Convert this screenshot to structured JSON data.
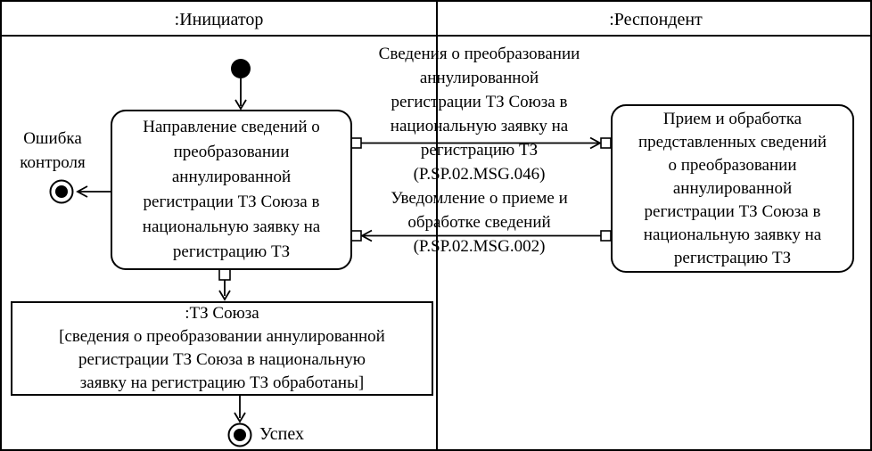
{
  "diagram": {
    "lanes": [
      {
        "id": "initiator",
        "label": ":Инициатор"
      },
      {
        "id": "respondent",
        "label": ":Респондент"
      }
    ],
    "initiator": {
      "activity": {
        "lines": [
          "Направление сведений о",
          "преобразовании",
          "аннулированной",
          "регистрации ТЗ Союза в",
          "национальную заявку на",
          "регистрацию ТЗ"
        ]
      },
      "error_label": {
        "lines": [
          "Ошибка",
          "контроля"
        ]
      },
      "object_node": {
        "lines": [
          ":ТЗ Союза",
          "[сведения о преобразовании аннулированной",
          "регистрации ТЗ Союза в национальную",
          "заявку на регистрацию ТЗ обработаны]"
        ]
      },
      "success_label": "Успех"
    },
    "respondent": {
      "activity": {
        "lines": [
          "Прием и обработка",
          "представленных сведений",
          "о преобразовании",
          "аннулированной",
          "регистрации ТЗ Союза в",
          "национальную заявку на",
          "регистрацию ТЗ"
        ]
      }
    },
    "messages": [
      {
        "name": "request",
        "direction": "left-to-right",
        "code": "P.SP.02.MSG.046",
        "lines": [
          "Сведения о преобразовании",
          "аннулированной",
          "регистрации ТЗ Союза в",
          "национальную заявку на",
          "регистрацию ТЗ",
          "(P.SP.02.MSG.046)"
        ]
      },
      {
        "name": "acknowledgement",
        "direction": "right-to-left",
        "code": "P.SP.02.MSG.002",
        "lines": [
          "Уведомление о приеме и",
          "обработке сведений",
          "(P.SP.02.MSG.002)"
        ]
      }
    ],
    "colors": {
      "line": "#000000",
      "background": "#ffffff"
    }
  }
}
